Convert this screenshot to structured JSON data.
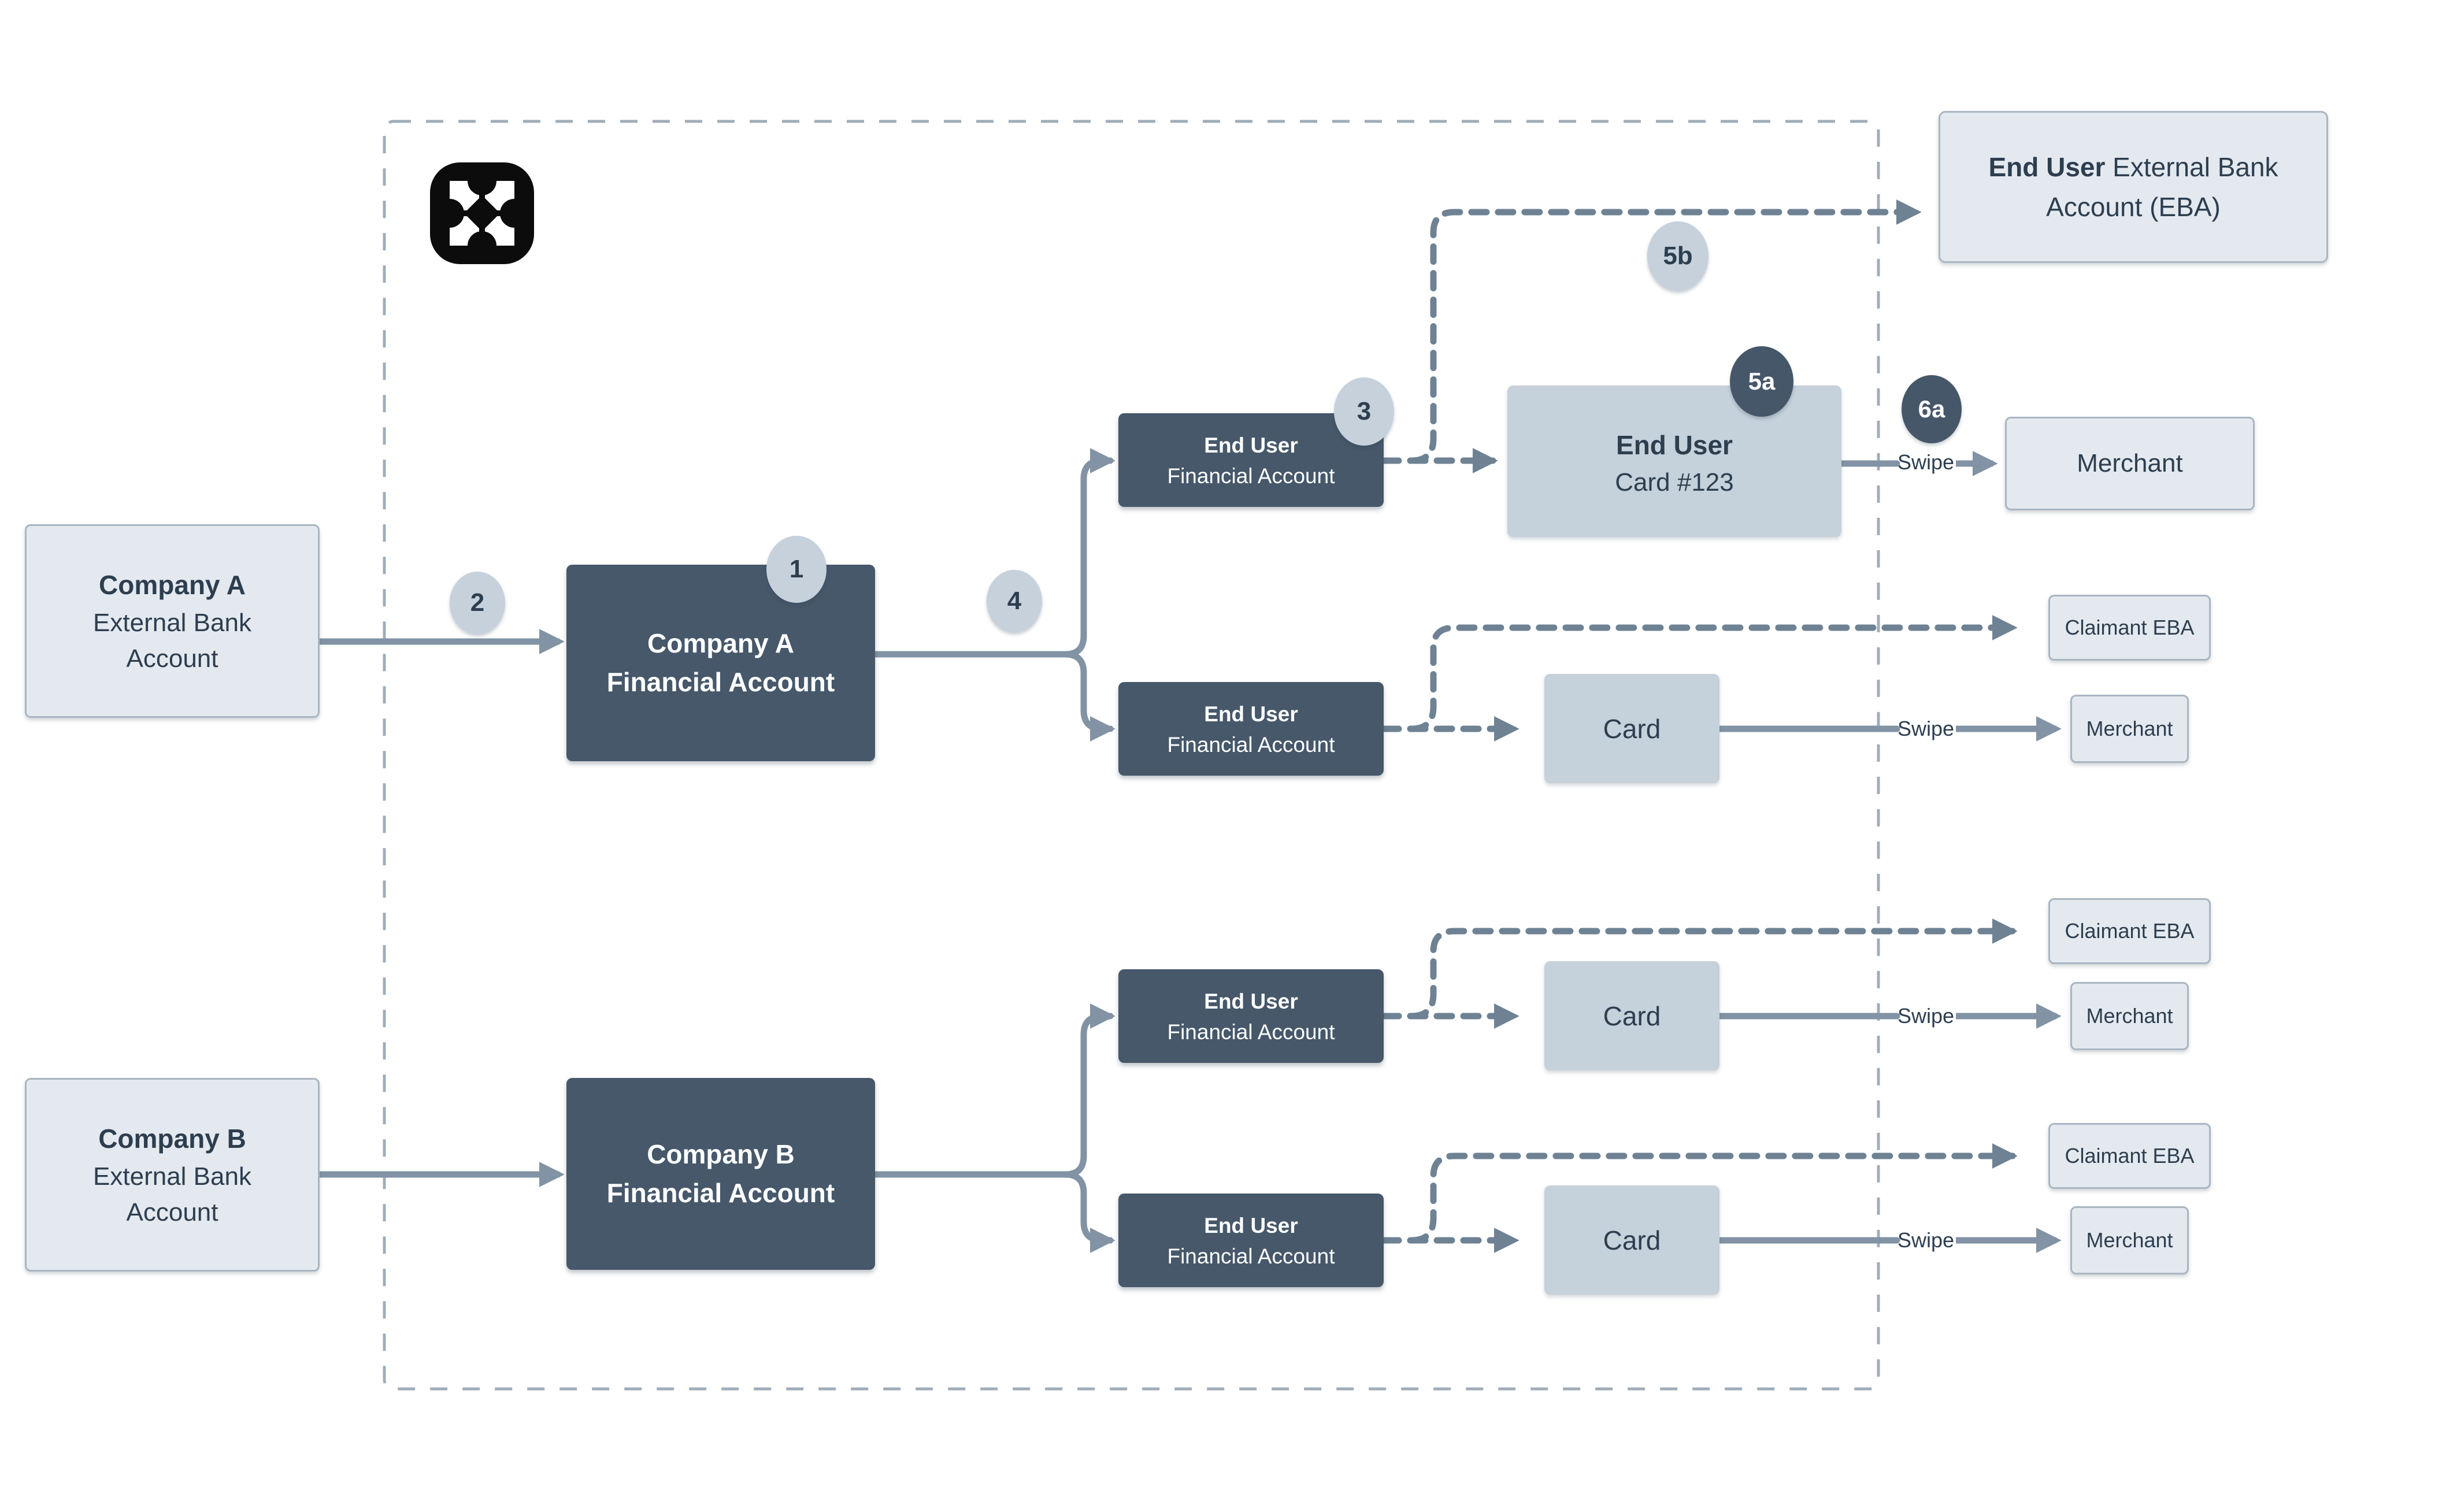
{
  "diagram": {
    "logo": "increase-logo",
    "nodes": {
      "company_a_eba": {
        "title": "Company A",
        "subtitle": "External Bank Account"
      },
      "company_b_eba": {
        "title": "Company B",
        "subtitle": "External Bank Account"
      },
      "company_a_fa": {
        "line1": "Company A",
        "line2": "Financial Account"
      },
      "company_b_fa": {
        "line1": "Company B",
        "line2": "Financial Account"
      },
      "end_user_fa": {
        "line1": "End User",
        "line2": "Financial Account"
      },
      "end_user_card": {
        "line1": "End User",
        "line2": "Card #123"
      },
      "end_user_eba": {
        "bold": "End User",
        "rest": " External Bank Account (EBA)"
      },
      "card": {
        "label": "Card"
      },
      "claimant_eba": {
        "label": "Claimant EBA"
      },
      "merchant": {
        "label": "Merchant"
      }
    },
    "edge_labels": {
      "swipe": "Swipe"
    },
    "badges": {
      "b1": "1",
      "b2": "2",
      "b3": "3",
      "b4": "4",
      "b5a": "5a",
      "b5b": "5b",
      "b6a": "6a"
    },
    "colors": {
      "dark_node": "#46586a",
      "card_node": "#c5d1db",
      "light_node": "#e4e9f0",
      "light_node_border": "#a9b6c2",
      "badge_light": "#c6d1dc",
      "badge_dark": "#455769",
      "solid_edge": "#8193a4",
      "dashed_edge": "#6e8294",
      "container_border": "#9fadba",
      "text_dark": "#2d3e4f",
      "text_on_dark": "#ffffff"
    }
  }
}
